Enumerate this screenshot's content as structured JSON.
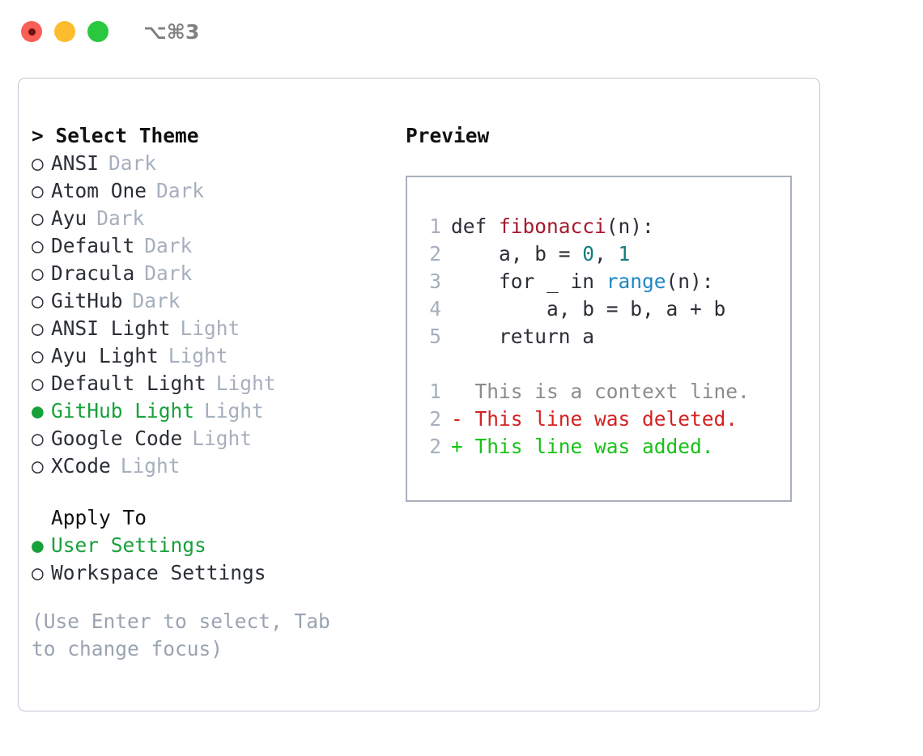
{
  "window": {
    "title": "⌥⌘3",
    "traffic_lights": [
      "close-red",
      "minimize-yellow",
      "maximize-green"
    ]
  },
  "theme_list": {
    "header": "> Select Theme",
    "items": [
      {
        "marker": "○",
        "label": "ANSI",
        "suffix": "Dark",
        "selected": false
      },
      {
        "marker": "○",
        "label": "Atom One",
        "suffix": "Dark",
        "selected": false
      },
      {
        "marker": "○",
        "label": "Ayu",
        "suffix": "Dark",
        "selected": false
      },
      {
        "marker": "○",
        "label": "Default",
        "suffix": "Dark",
        "selected": false
      },
      {
        "marker": "○",
        "label": "Dracula",
        "suffix": "Dark",
        "selected": false
      },
      {
        "marker": "○",
        "label": "GitHub",
        "suffix": "Dark",
        "selected": false
      },
      {
        "marker": "○",
        "label": "ANSI Light",
        "suffix": "Light",
        "selected": false
      },
      {
        "marker": "○",
        "label": "Ayu Light",
        "suffix": "Light",
        "selected": false
      },
      {
        "marker": "○",
        "label": "Default Light",
        "suffix": "Light",
        "selected": false
      },
      {
        "marker": "●",
        "label": "GitHub Light",
        "suffix": "Light",
        "selected": true
      },
      {
        "marker": "○",
        "label": "Google Code",
        "suffix": "Light",
        "selected": false
      },
      {
        "marker": "○",
        "label": "XCode",
        "suffix": "Light",
        "selected": false
      }
    ]
  },
  "apply_to": {
    "header": "Apply To",
    "items": [
      {
        "marker": "●",
        "label": "User Settings",
        "selected": true
      },
      {
        "marker": "○",
        "label": "Workspace Settings",
        "selected": false
      }
    ]
  },
  "hint": "(Use Enter to select, Tab to change focus)",
  "preview": {
    "title": "Preview",
    "code_lines": [
      {
        "number": "1",
        "segments": [
          {
            "text": "def ",
            "kind": "plain"
          },
          {
            "text": "fibonacci",
            "kind": "function"
          },
          {
            "text": "(n):",
            "kind": "plain"
          }
        ]
      },
      {
        "number": "2",
        "segments": [
          {
            "text": "    a, b = ",
            "kind": "plain"
          },
          {
            "text": "0",
            "kind": "number"
          },
          {
            "text": ", ",
            "kind": "plain"
          },
          {
            "text": "1",
            "kind": "number"
          }
        ]
      },
      {
        "number": "3",
        "segments": [
          {
            "text": "    for _ in ",
            "kind": "plain"
          },
          {
            "text": "range",
            "kind": "call"
          },
          {
            "text": "(n):",
            "kind": "plain"
          }
        ]
      },
      {
        "number": "4",
        "segments": [
          {
            "text": "        a, b = b, a + b",
            "kind": "plain"
          }
        ]
      },
      {
        "number": "5",
        "segments": [
          {
            "text": "    return a",
            "kind": "plain"
          }
        ]
      }
    ],
    "diff_lines": [
      {
        "number": "1",
        "marker": " ",
        "text": " This is a context line.",
        "kind": "context"
      },
      {
        "number": "2",
        "marker": "-",
        "text": " This line was deleted.",
        "kind": "deleted"
      },
      {
        "number": "2",
        "marker": "+",
        "text": " This line was added.",
        "kind": "added"
      }
    ]
  },
  "colors": {
    "selected_green": "#18a13a",
    "muted_gray": "#a6afbd",
    "hint_gray": "#9aa3b0",
    "code_text": "#2b2f36",
    "function_red": "#a6192e",
    "number_teal": "#117d7d",
    "call_blue": "#1f87c4",
    "diff_deleted": "#d42121",
    "diff_added": "#17c217",
    "diff_context": "#8c8c8c",
    "panel_border": "#c2c9d4",
    "preview_border": "#a8b0bd",
    "traffic_red": "#f95e57",
    "traffic_yellow": "#fdbc2e",
    "traffic_green": "#28c83f"
  }
}
